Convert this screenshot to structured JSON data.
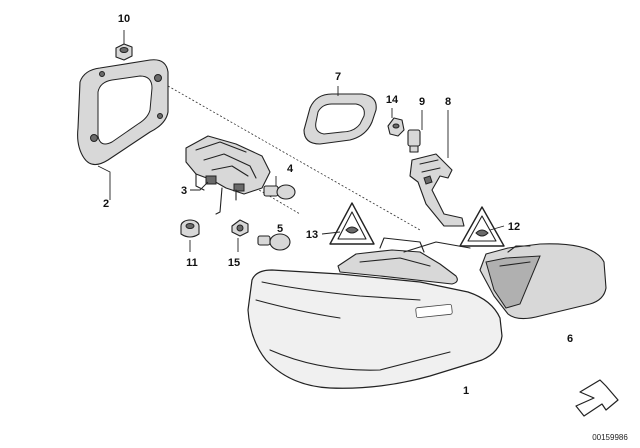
{
  "diagram": {
    "callouts": {
      "c1": "1",
      "c2": "2",
      "c3": "3",
      "c4": "4",
      "c5": "5",
      "c6": "6",
      "c7": "7",
      "c8": "8",
      "c9": "9",
      "c10": "10",
      "c11": "11",
      "c12": "12",
      "c13": "13",
      "c14": "14",
      "c15": "15"
    },
    "doc_id": "00159986"
  }
}
